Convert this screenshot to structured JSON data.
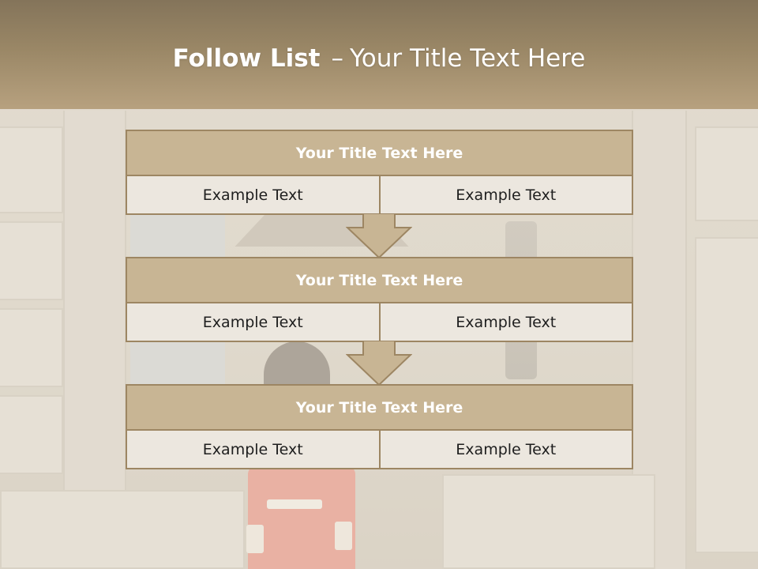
{
  "header": {
    "title_bold": "Follow List",
    "title_dash": "–",
    "title_rest": "Your Title Text Here"
  },
  "blocks": [
    {
      "title": "Your Title Text Here",
      "cells": [
        "Example Text",
        "Example Text"
      ]
    },
    {
      "title": "Your Title Text Here",
      "cells": [
        "Example Text",
        "Example Text"
      ]
    },
    {
      "title": "Your Title Text Here",
      "cells": [
        "Example Text",
        "Example Text"
      ]
    }
  ],
  "colors": {
    "header_band": "#9a8766",
    "block_title_fill": "#c8b594",
    "block_border": "#9d8663",
    "cell_fill": "#ece7df",
    "arrow_fill": "#c8b594"
  },
  "icons": {
    "connector": "down-arrow-icon"
  }
}
